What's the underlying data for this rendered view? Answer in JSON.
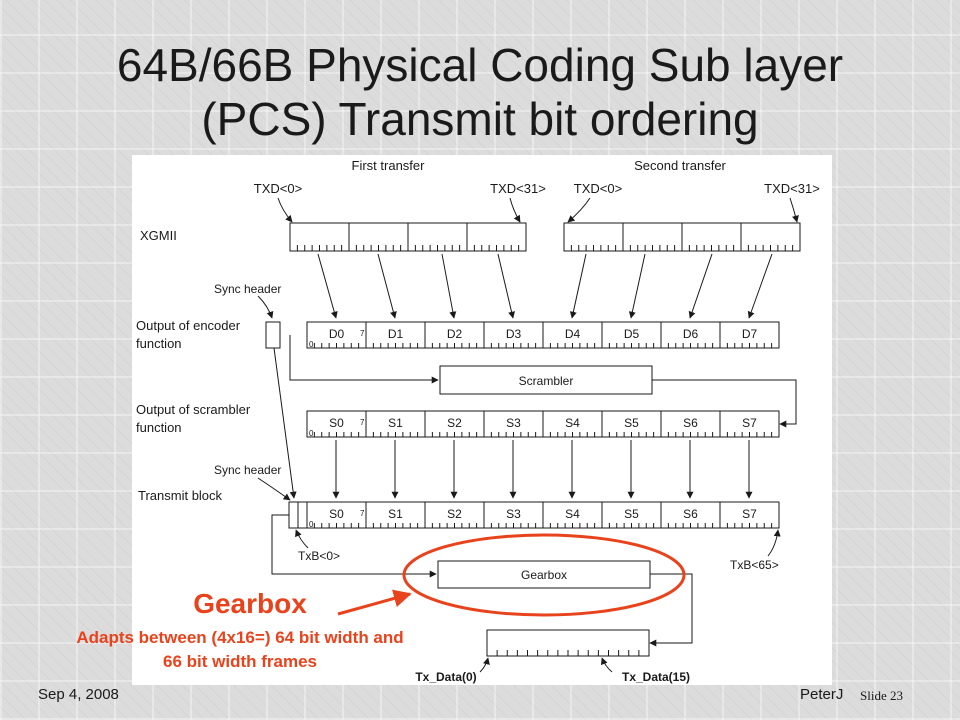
{
  "slide": {
    "title_line1": "64B/66B Physical Coding Sub layer",
    "title_line2": "(PCS) Transmit bit ordering",
    "date": "Sep 4, 2008",
    "author": "PeterJ",
    "slide_label": "Slide",
    "slide_number": "23"
  },
  "diagram": {
    "first_transfer": "First transfer",
    "second_transfer": "Second transfer",
    "txd_first": "TXD<0>",
    "txd_last": "TXD<31>",
    "xgmii": "XGMII",
    "sync_header": "Sync header",
    "encoder_output": [
      "Output of encoder",
      "function"
    ],
    "scrambler_output": [
      "Output of scrambler",
      "function"
    ],
    "transmit_block": "Transmit block",
    "scrambler": "Scrambler",
    "gearbox": "Gearbox",
    "txb_first": "TxB<0>",
    "txb_last": "TxB<65>",
    "tx_data_first": "Tx_Data(0)",
    "tx_data_last": "Tx_Data(15)",
    "bit_zero": "0",
    "bit_seven": "7",
    "d_labels": [
      "D0",
      "D1",
      "D2",
      "D3",
      "D4",
      "D5",
      "D6",
      "D7"
    ],
    "s_labels": [
      "S0",
      "S1",
      "S2",
      "S3",
      "S4",
      "S5",
      "S6",
      "S7"
    ]
  },
  "annotation": {
    "title": "Gearbox",
    "line1": "Adapts between (4x16=) 64 bit width and",
    "line2": "66 bit width frames"
  },
  "colors": {
    "accent": "#e8431c",
    "ink": "#1a1a1a"
  }
}
